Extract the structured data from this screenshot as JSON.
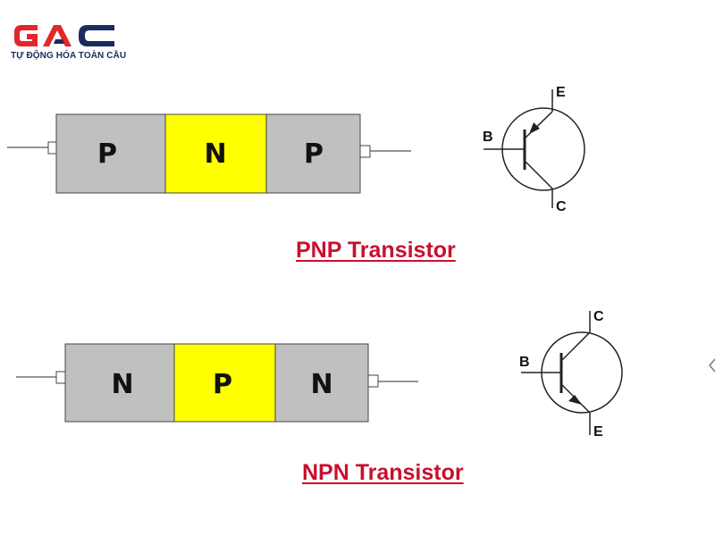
{
  "logo": {
    "letters": "GAC",
    "tagline": "TỰ ĐỘNG HÓA TOÀN CẦU",
    "colors": {
      "red": "#e3262a",
      "navy": "#1b2c5c"
    }
  },
  "pnp": {
    "layers": [
      "P",
      "N",
      "P"
    ],
    "symbol": {
      "base": "B",
      "emitter": "E",
      "collector": "C"
    },
    "caption": "PNP Transistor"
  },
  "npn": {
    "layers": [
      "N",
      "P",
      "N"
    ],
    "symbol": {
      "base": "B",
      "emitter": "E",
      "collector": "C"
    },
    "caption": "NPN Transistor"
  },
  "colors": {
    "p_n_outer": "#c0c0c0",
    "middle": "#ffff00",
    "caption": "#c8102e"
  }
}
